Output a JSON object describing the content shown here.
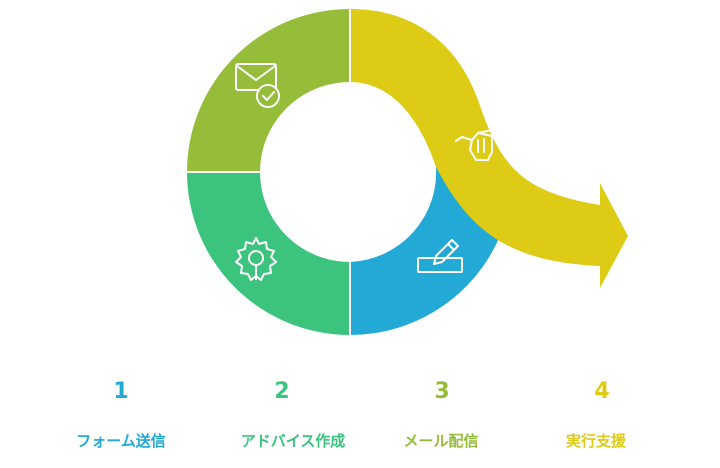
{
  "steps": [
    {
      "number": "1",
      "label": "フォーム送信",
      "color": "#22A9D6",
      "icon": "gear-icon"
    },
    {
      "number": "2",
      "label": "アドバイス作成",
      "color": "#3CC37E",
      "icon": "gear-icon"
    },
    {
      "number": "3",
      "label": "メール配信",
      "color": "#95BD3A",
      "icon": "mail-check-icon"
    },
    {
      "number": "4",
      "label": "実行支援",
      "color": "#DDCB16",
      "icon": "hand-icon"
    }
  ],
  "segment_colors": {
    "top_left": "#95BD3A",
    "bottom_left": "#3CC37E",
    "bottom_right": "#22A9D6",
    "arrow": "#DDCB16"
  }
}
